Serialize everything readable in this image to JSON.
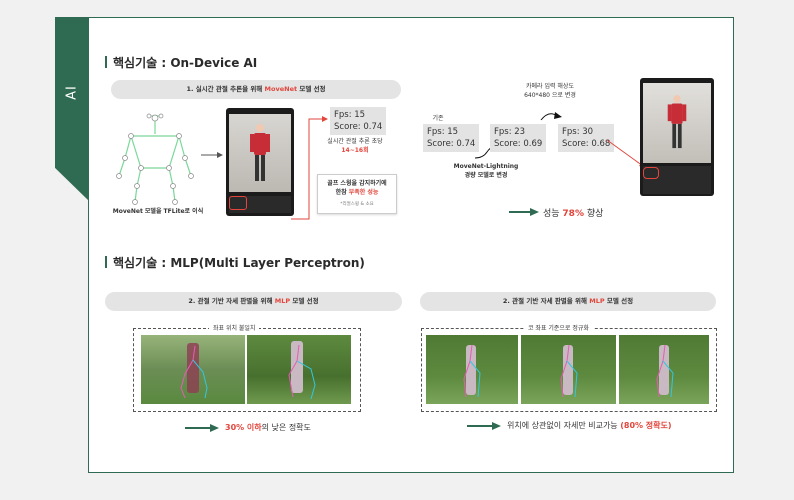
{
  "side_tab": "AI",
  "section1": {
    "title": "핵심기술 : On-Device AI",
    "pill_prefix": "1. 실시간 관절 추론을 위해 ",
    "pill_highlight": "MoveNet",
    "pill_suffix": " 모델 선정",
    "skeleton_caption": "MoveNet 모델을 TFLite로 이식",
    "fps_box1": {
      "fps": "Fps: 15",
      "score": "Score: 0.74"
    },
    "infer_caption_line1": "실시간 관절 추론 초당",
    "infer_caption_line2": "14~16회",
    "golf_caption_line1": "골프 스윙을 감지하기에",
    "golf_caption_prefix": "한참 ",
    "golf_caption_highlight": "부족한 성능",
    "golf_note": "*리얼스윙 & 소요",
    "baseline_label": "기존",
    "fps_base": {
      "fps": "Fps: 15",
      "score": "Score: 0.74"
    },
    "lightning_line1": "MoveNet-Lightning",
    "lightning_line2": "경량 모델로 변경",
    "fps_lightning": {
      "fps": "Fps: 23",
      "score": "Score: 0.69"
    },
    "camera_line1": "카메라 입력 해상도",
    "camera_line2": "640*480 으로 변경",
    "fps_camera": {
      "fps": "Fps: 30",
      "score": "Score: 0.68"
    },
    "perf_prefix": "성능 ",
    "perf_highlight": "78%",
    "perf_suffix": " 향상"
  },
  "section2": {
    "title": "핵심기술 : MLP(Multi Layer Perceptron)",
    "pill_left_prefix": "2. 관절 기반 자세 판별을 위해 ",
    "pill_left_highlight": "MLP",
    "pill_left_suffix": " 모델 선정",
    "pill_right_prefix": "2. 관절 기반 자세 판별을 위해 ",
    "pill_right_highlight": "MLP",
    "pill_right_suffix": " 모델 선정",
    "left_box_label": "좌표 위치 불일치",
    "right_box_label": "코 좌표 기준으로 정규화",
    "left_result_highlight": "30% 이하",
    "left_result_suffix": "의 낮은 정확도",
    "right_result_prefix": "위치에 상관없이 자세만 비교가능 ",
    "right_result_highlight": "(80% 정확도)"
  },
  "colors": {
    "brand_green": "#2f6b52",
    "accent_red": "#e2463c",
    "pill_gray": "#e4e4e4"
  }
}
